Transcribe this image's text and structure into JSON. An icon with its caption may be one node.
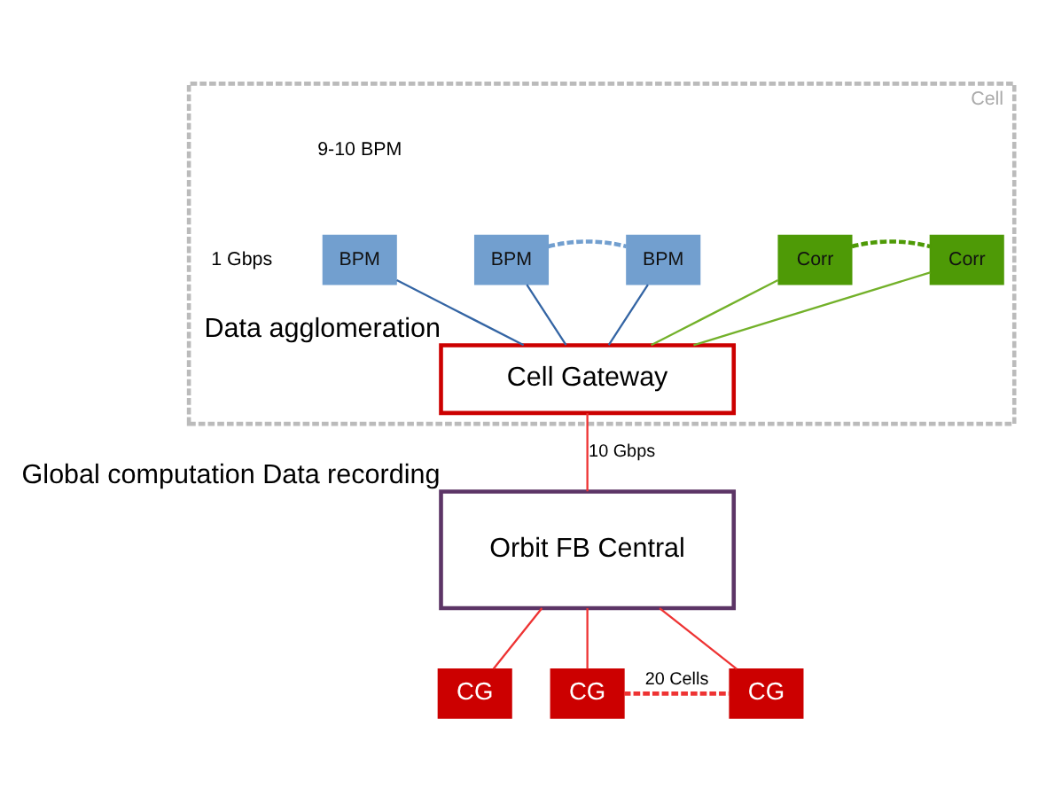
{
  "diagram": {
    "nodes": [
      {
        "text": [
          "Cell"
        ]
      },
      {
        "text": [
          "BPM"
        ],
        "in": 0
      },
      {
        "text": [
          "BPM"
        ],
        "in": 0
      },
      {
        "text": [
          "BPM"
        ],
        "in": 0
      },
      {
        "text": [
          "Corr"
        ],
        "in": 0
      },
      {
        "text": [
          "Corr"
        ],
        "in": 0
      },
      {
        "text": [
          "Cell Gateway"
        ],
        "in": 0,
        "beside": [
          "Data agglomeration"
        ]
      },
      {
        "text": [
          "Orbit FB Central"
        ],
        "beside": [
          "Global computation Data recording"
        ]
      },
      {
        "text": [
          "CG"
        ]
      },
      {
        "text": [
          "CG"
        ]
      },
      {
        "text": [
          "CG"
        ]
      }
    ],
    "edges": [
      {
        "from": 2,
        "to": 3,
        "arrow": "none",
        "style": "dashed",
        "color": "#729fcf"
      },
      {
        "from": 4,
        "to": 5,
        "arrow": "none",
        "style": "dashed",
        "color": "#4e9a06"
      },
      {
        "from": 1,
        "to": 6,
        "arrow": "none",
        "color": "#3465a4"
      },
      {
        "from": 2,
        "to": 6,
        "arrow": "none",
        "color": "#3465a4"
      },
      {
        "from": 3,
        "to": 6,
        "arrow": "none",
        "color": "#3465a4"
      },
      {
        "from": 4,
        "to": 6,
        "arrow": "none",
        "color": "#73b12a"
      },
      {
        "from": 5,
        "to": 6,
        "arrow": "none",
        "color": "#73b12a"
      },
      {
        "from": 6,
        "to": 7,
        "arrow": "none",
        "label": "10 Gbps",
        "color": "#ee3333"
      },
      {
        "from": 7,
        "to": 8,
        "arrow": "none",
        "color": "#ee3333"
      },
      {
        "from": 7,
        "to": 9,
        "arrow": "none",
        "color": "#ee3333"
      },
      {
        "from": 7,
        "to": 10,
        "arrow": "none",
        "color": "#ee3333"
      },
      {
        "from": 9,
        "to": 10,
        "arrow": "none",
        "style": "dashed",
        "label": "20 Cells",
        "color": "#ee3333"
      }
    ],
    "labels": [
      "9-10 BPM",
      "1 Gbps"
    ]
  }
}
